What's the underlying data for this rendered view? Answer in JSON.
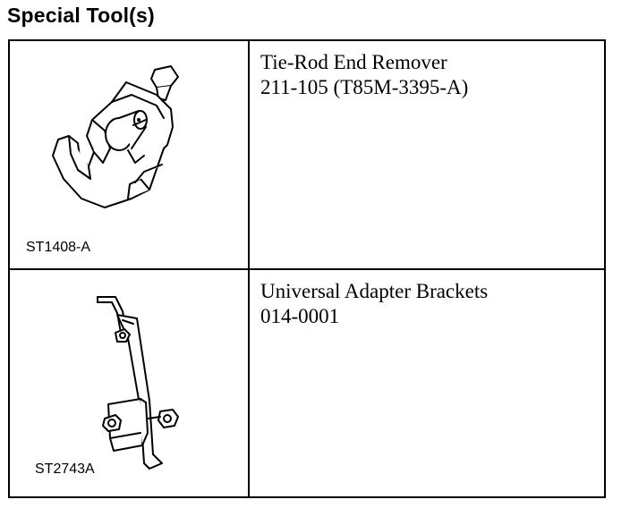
{
  "heading": "Special Tool(s)",
  "tools": [
    {
      "code": "ST1408-A",
      "name": "Tie-Rod End Remover",
      "number": "211-105 (T85M-3395-A)",
      "illustration_icon": "tie-rod-end-remover-icon"
    },
    {
      "code": "ST2743A",
      "name": "Universal Adapter Brackets",
      "number": "014-0001",
      "illustration_icon": "universal-adapter-brackets-icon"
    }
  ]
}
